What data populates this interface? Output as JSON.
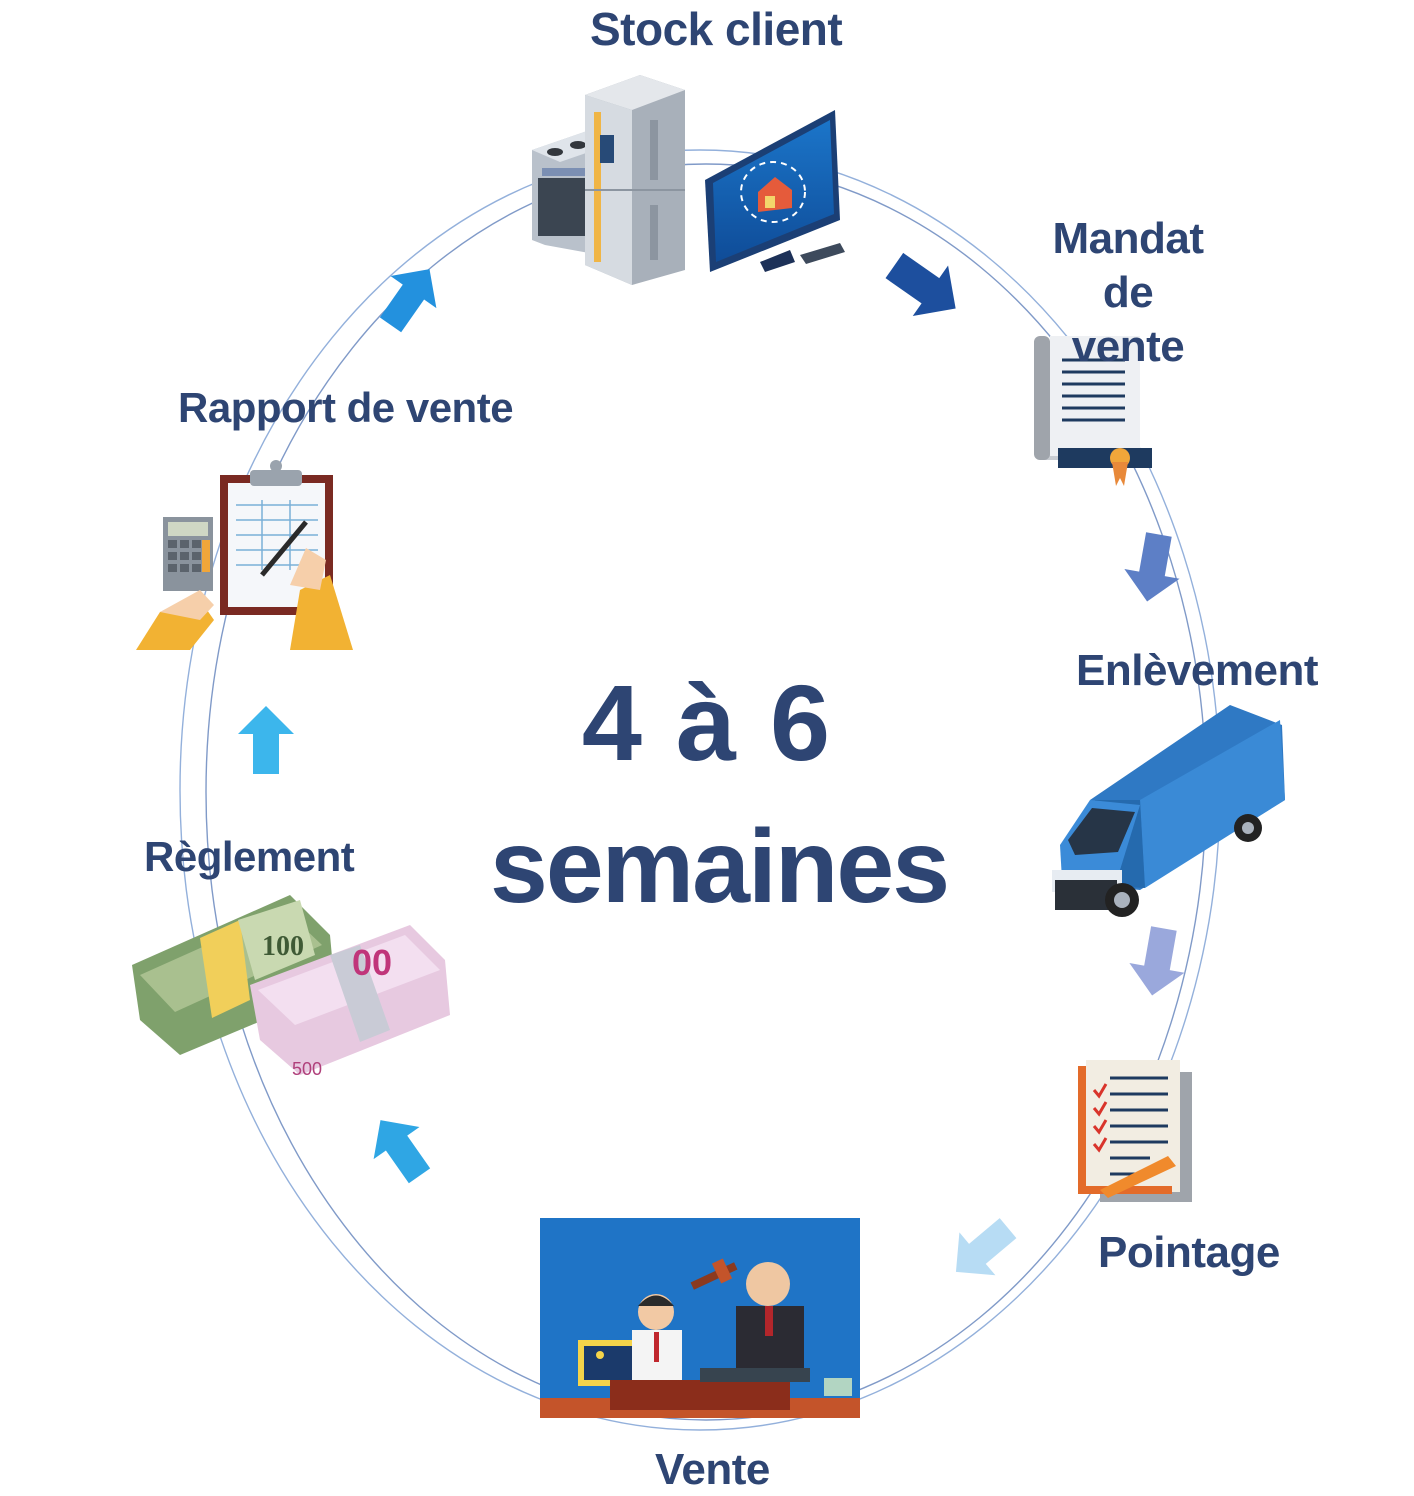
{
  "center": {
    "line1": "4 à 6",
    "line2": "semaines"
  },
  "steps": {
    "stock_client": "Stock client",
    "mandat_line1": "Mandat",
    "mandat_line2": "de vente",
    "enlevement": "Enlèvement",
    "pointage": "Pointage",
    "vente": "Vente",
    "reglement": "Règlement",
    "rapport": "Rapport de vente"
  },
  "colors": {
    "text": "#2e4573",
    "ring": "#5a86c4",
    "arrow_dark": "#1d4f9e",
    "arrow_mid": "#5d7fc6",
    "arrow_light": "#9aa8dc",
    "arrow_pale": "#b7dcf4",
    "arrow_sky": "#2fa6e4",
    "arrow_cyan": "#3cb6ec"
  },
  "icons": [
    "appliances-icon",
    "monitor-icon",
    "certificate-icon",
    "van-icon",
    "checklist-icon",
    "auction-icon",
    "banknotes-icon",
    "clipboard-calculator-icon"
  ]
}
